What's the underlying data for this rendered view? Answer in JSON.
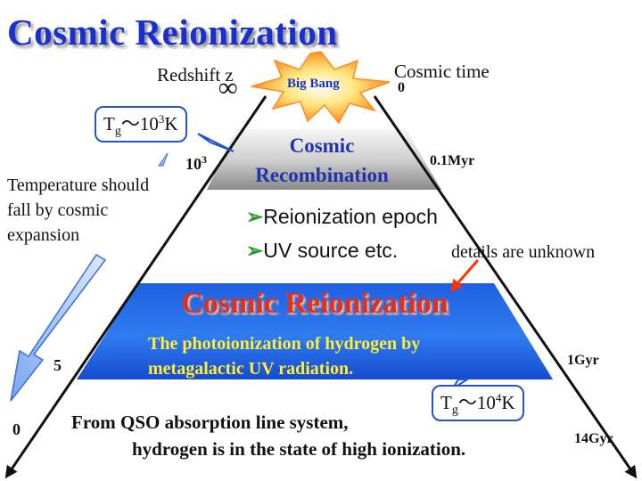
{
  "title": "Cosmic Reionization",
  "axis_labels": {
    "redshift_label": "Redshift z",
    "cosmic_time_label": "Cosmic time",
    "redshift_infinity": "∞",
    "time_zero": "0",
    "redshift_1000": "10",
    "redshift_1000_exp": "3",
    "time_01myr": "0.1Myr",
    "redshift_5": "5",
    "time_1gyr": "1Gyr",
    "redshift_0": "0",
    "time_14gyr": "14Gyr"
  },
  "big_bang_label": "Big Bang",
  "recombination": {
    "line1": "Cosmic",
    "line2": "Recombination"
  },
  "reionization_band": {
    "title": "Cosmic Reionization",
    "line1": "The photoionization of hydrogen by",
    "line2": "metagalactic UV radiation."
  },
  "bullets": [
    "Reionization epoch",
    "UV source  etc."
  ],
  "bullet_marker": "➢",
  "details_note": "details are unknown",
  "temperature_note": {
    "line1": "Temperature should",
    "line2": "fall by cosmic",
    "line3": "expansion"
  },
  "callout_low": {
    "symbol": "T",
    "subscript": "g",
    "tilde": "～",
    "base": "10",
    "exponent": "3",
    "unit": "K"
  },
  "callout_high": {
    "symbol": "T",
    "subscript": "g",
    "tilde": "～",
    "base": "10",
    "exponent": "4",
    "unit": "K"
  },
  "bottom_text": {
    "line1": "From QSO absorption line system,",
    "line2": "hydrogen is in the state of high ionization."
  },
  "colors": {
    "title": "#1a2fd0",
    "band_blue": "#1f5fe0",
    "band_title_red": "#e03020",
    "band_text_yellow": "#ffee33",
    "recombination_text": "#2233aa",
    "starburst_orange": "#ff8c1a",
    "big_bang_text": "#1a2fd0",
    "callout_border": "#2255cc",
    "pointer_red": "#ff3300"
  }
}
